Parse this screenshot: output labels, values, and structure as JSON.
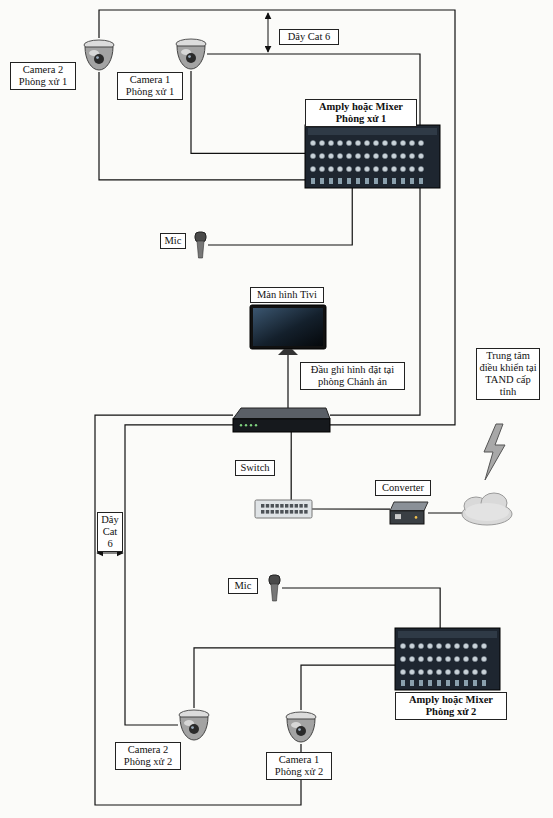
{
  "diagram": {
    "nodes": [
      {
        "text": [
          "Dây Cat 6"
        ]
      },
      {
        "text": [
          "Camera 2 Phòng xử 1"
        ]
      },
      {
        "text": [
          "Camera 1 Phòng xử 1"
        ]
      },
      {
        "text": [
          "Amply hoặc Mixer Phòng xử 1"
        ]
      },
      {
        "text": [
          "Mic"
        ]
      },
      {
        "text": [
          "Màn hình Tivi"
        ]
      },
      {
        "text": [
          "Trung tâm điều khiển tại TAND cấp tỉnh"
        ]
      },
      {
        "text": [
          "Đầu ghi hình đặt tại phòng Chánh án"
        ]
      },
      {
        "text": [
          "Switch"
        ]
      },
      {
        "text": [
          "Converter"
        ]
      },
      {
        "text": [
          "Dây Cat 6"
        ]
      },
      {
        "text": [
          "Mic"
        ]
      },
      {
        "text": [
          "Amply hoặc Mixer Phòng xử 2"
        ]
      },
      {
        "text": [
          "Camera 2 Phòng xử 2"
        ]
      },
      {
        "text": [
          "Camera 1 Phòng xử 2"
        ]
      }
    ],
    "edges": [
      {
        "from": 1,
        "to": 3,
        "arrow": "none"
      },
      {
        "from": 2,
        "to": 3,
        "arrow": "none"
      },
      {
        "from": 4,
        "to": 3,
        "arrow": "none"
      },
      {
        "from": 1,
        "to": 7,
        "arrow": "none"
      },
      {
        "from": 2,
        "to": 7,
        "arrow": "none"
      },
      {
        "from": 5,
        "to": 7,
        "arrow": "none"
      },
      {
        "from": 7,
        "to": 8,
        "arrow": "none"
      },
      {
        "from": 8,
        "to": 9,
        "arrow": "none"
      },
      {
        "from": 7,
        "to": 14,
        "arrow": "none"
      },
      {
        "from": 7,
        "to": 13,
        "arrow": "none"
      },
      {
        "from": 13,
        "to": 12,
        "arrow": "none"
      },
      {
        "from": 14,
        "to": 12,
        "arrow": "none"
      },
      {
        "from": 11,
        "to": 12,
        "arrow": "none"
      }
    ]
  }
}
